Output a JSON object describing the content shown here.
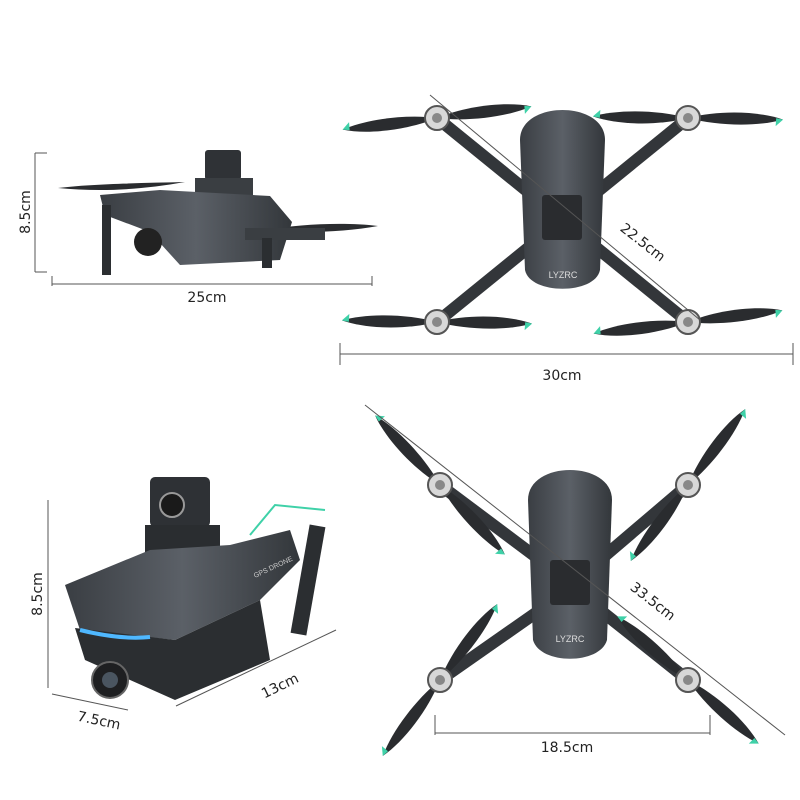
{
  "brand_logo": "LYZRC",
  "body_print": "GPS DRONE",
  "colors": {
    "body": "#4a4f55",
    "propeller": "#2a2c2f",
    "accent_tip": "#3fd1a8",
    "led": "#4fb8ff"
  },
  "views": {
    "side": {
      "height": "8.5cm",
      "length": "25cm"
    },
    "top_folded_open": {
      "diagonal": "22.5cm",
      "width": "30cm"
    },
    "iso_folded": {
      "height": "8.5cm",
      "width": "7.5cm",
      "length": "13cm"
    },
    "top_unfolded": {
      "diagonal": "33.5cm",
      "width": "18.5cm"
    }
  }
}
